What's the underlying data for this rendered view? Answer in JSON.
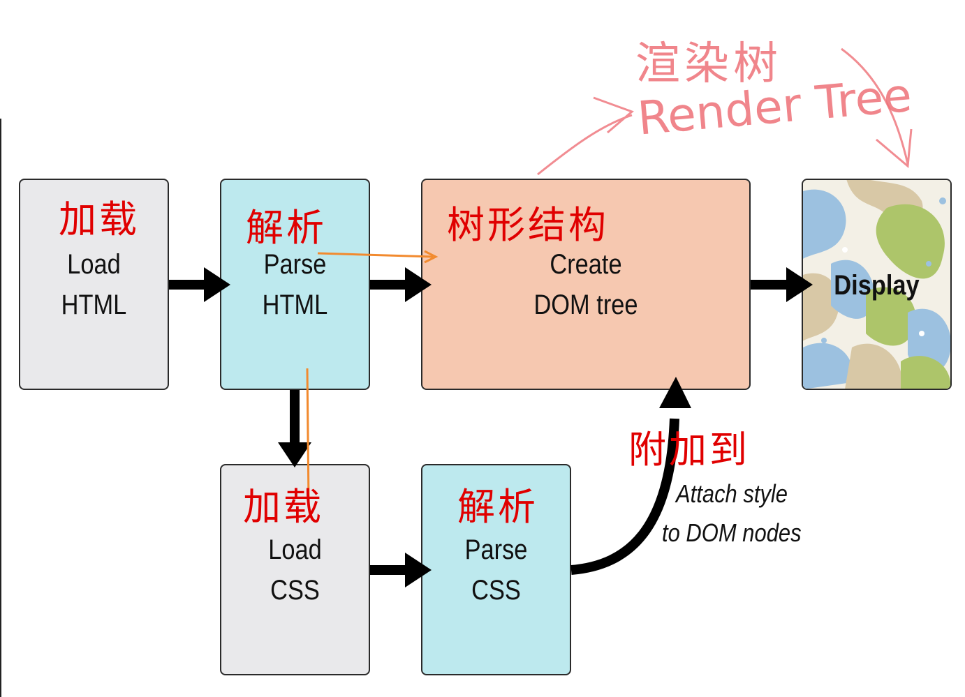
{
  "nodes": {
    "load_html": {
      "line1": "Load",
      "line2": "HTML",
      "note": "加载"
    },
    "parse_html": {
      "line1": "Parse",
      "line2": "HTML",
      "note": "解析"
    },
    "create_dom": {
      "line1": "Create",
      "line2": "DOM tree",
      "note": "树形结构"
    },
    "display": {
      "label": "Display"
    },
    "load_css": {
      "line1": "Load",
      "line2": "CSS",
      "note": "加载"
    },
    "parse_css": {
      "line1": "Parse",
      "line2": "CSS",
      "note": "解析"
    }
  },
  "attach": {
    "line1": "Attach style",
    "line2": "to DOM nodes",
    "note": "附加到"
  },
  "render_tree": {
    "cn": "渲染树",
    "en": "Render Tree"
  },
  "colors": {
    "gray_box": "#e9e9eb",
    "cyan_box": "#bde9ee",
    "peach_box": "#f6c8b0",
    "arrow": "#000000",
    "handwriting": "#e00000",
    "orange_marker": "#f28a2e",
    "render_tree_ink": "#ee7077"
  }
}
